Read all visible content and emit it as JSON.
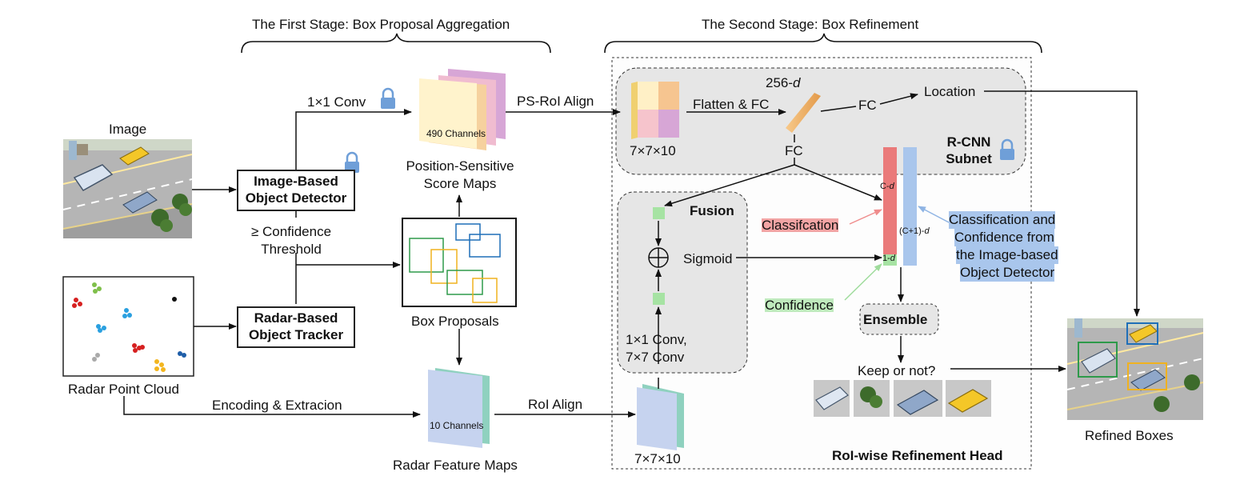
{
  "stages": {
    "first": "The First Stage: Box Proposal Aggregation",
    "second": "The Second Stage: Box Refinement"
  },
  "inputs": {
    "image": "Image",
    "radar": "Radar Point Cloud"
  },
  "modules": {
    "image_detector": [
      "Image-Based",
      "Object Detector"
    ],
    "radar_tracker": [
      "Radar-Based",
      "Object Tracker"
    ]
  },
  "labels": {
    "conv1x1": "1×1 Conv",
    "threshold": [
      "≥ Confidence",
      "Threshold"
    ],
    "channels490": "490 Channels",
    "ps_maps": [
      "Position-Sensitive",
      "Score Maps"
    ],
    "box_proposals": "Box Proposals",
    "channels10": "10 Channels",
    "radar_maps": "Radar Feature Maps",
    "encoding": "Encoding & Extracion",
    "ps_roi_align": "PS-RoI Align",
    "roi_align": "RoI Align",
    "size_top": "7×7×10",
    "size_bottom": "7×7×10",
    "flatten_fc": "Flatten & FC",
    "dim256": "256-",
    "dim256_italic": "d",
    "fc_right": "FC",
    "fc_down": "FC",
    "location": "Location",
    "rcnn": [
      "R-CNN",
      "Subnet"
    ],
    "fusion": "Fusion",
    "sigmoid": "Sigmoid",
    "conv_stack": [
      "1×1 Conv,",
      "7×7 Conv"
    ],
    "classification": "Classifcation",
    "confidence": "Confidence",
    "cd_prefix": "C-",
    "cd_italic": "d",
    "c1d_prefix": "(C+1)-",
    "c1d_italic": "d",
    "one_d_prefix": "1-",
    "one_d_italic": "d",
    "classification_note": [
      "Classification and",
      "Confidence from",
      "the Image-based",
      "Object Detector"
    ],
    "ensemble": "Ensemble",
    "keep": "Keep or not?",
    "roi_head": "RoI-wise Refinement Head",
    "refined": "Refined Boxes"
  },
  "colors": {
    "red_bar": "#ea7a7a",
    "blue_bar": "#a9c6ec",
    "green_cell": "#a6e3a3",
    "blue_map": "#c6d3ef",
    "teal_map": "#8fd1bf",
    "orange_fc": "#f0b36a",
    "lock": "#6f9fd8"
  }
}
